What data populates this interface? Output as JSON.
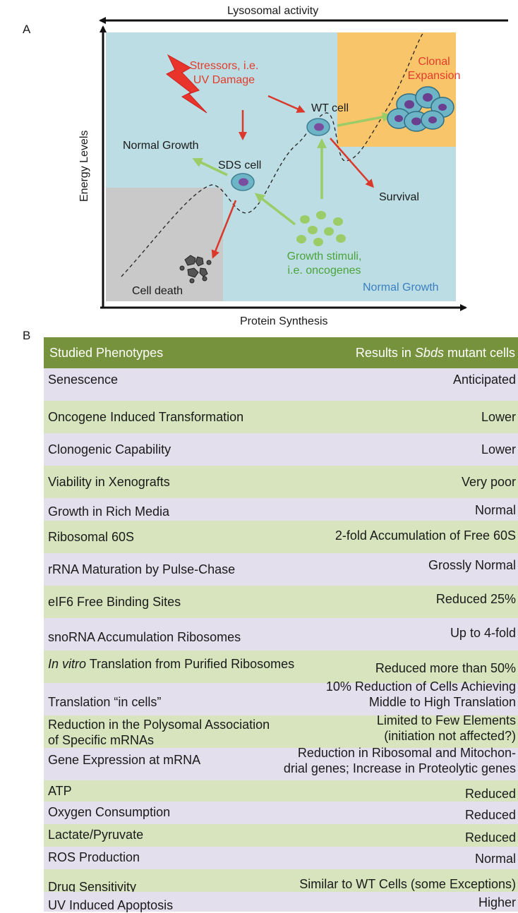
{
  "panel_a": {
    "letter": "A",
    "top_axis_label": "Lysosomal activity",
    "y_axis_label": "Energy Levels",
    "x_axis_label": "Protein Synthesis",
    "stressors": [
      "Stressors, i.e.",
      "UV Damage"
    ],
    "clonal": [
      "Clonal",
      "Expansion"
    ],
    "wt_cell": "WT cell",
    "normal_growth_left": "Normal Growth",
    "sds_cell": "SDS cell",
    "survival": "Survival",
    "growth_stimuli": [
      "Growth stimuli,",
      "i.e. oncogenes"
    ],
    "normal_growth_bottom": "Normal Growth",
    "cell_death": "Cell death",
    "colors": {
      "region_main": "#bcdde3",
      "region_death": "#c9c9c9",
      "region_clonal": "#f9c56a",
      "red_arrow": "#d9382b",
      "green_arrow": "#9ccc67",
      "red_text": "#e33b2c",
      "green_text": "#4aa43a",
      "blue_text": "#3a7fc1"
    }
  },
  "panel_b": {
    "letter": "B",
    "header_left": "Studied Phenotypes",
    "header_right_pre": "Results in ",
    "header_right_italic": "Sbds",
    "header_right_post": " mutant cells",
    "rows": [
      {
        "phenotype": "Senescence",
        "result": [
          "Anticipated"
        ]
      },
      {
        "phenotype": "Oncogene Induced Transformation",
        "result": [
          "Lower"
        ]
      },
      {
        "phenotype": "Clonogenic Capability",
        "result": [
          "Lower"
        ]
      },
      {
        "phenotype": "Viability in Xenografts",
        "result": [
          "Very poor"
        ]
      },
      {
        "phenotype": "Growth in Rich Media",
        "result": [
          "Normal"
        ]
      },
      {
        "phenotype": "Ribosomal 60S",
        "result": [
          "2-fold Accumulation of Free 60S"
        ]
      },
      {
        "phenotype": "rRNA Maturation by Pulse-Chase",
        "result": [
          "Grossly Normal"
        ]
      },
      {
        "phenotype": "eIF6 Free Binding Sites",
        "result": [
          "Reduced 25%"
        ]
      },
      {
        "phenotype": "snoRNA Accumulation Ribosomes",
        "result": [
          "Up to 4-fold"
        ]
      },
      {
        "phenotype_italic": "In vitro",
        "phenotype": " Translation from Purified Ribosomes",
        "result": [
          "Reduced more than 50%"
        ]
      },
      {
        "phenotype": "Translation “in cells”",
        "result": [
          "10% Reduction of Cells Achieving",
          "Middle to High Translation"
        ]
      },
      {
        "phenotype": "Reduction in the Polysomal Association",
        "phenotype2": "of Specific mRNAs",
        "result": [
          "Limited to Few Elements",
          "(initiation not affected?)"
        ]
      },
      {
        "phenotype": "Gene Expression at mRNA",
        "result": [
          "Reduction in Ribosomal and Mitochon-",
          "drial  genes; Increase in Proteolytic genes"
        ]
      },
      {
        "phenotype": "ATP",
        "result": [
          "Reduced"
        ]
      },
      {
        "phenotype": "Oxygen Consumption",
        "result": [
          "Reduced"
        ]
      },
      {
        "phenotype": "Lactate/Pyruvate",
        "result": [
          "Reduced"
        ]
      },
      {
        "phenotype": "ROS Production",
        "result": [
          "Normal"
        ]
      },
      {
        "phenotype": "Drug Sensitivity",
        "result": [
          "Similar to WT Cells (some Exceptions)"
        ]
      },
      {
        "phenotype": "UV Induced Apoptosis",
        "result": [
          "Higher"
        ]
      }
    ]
  }
}
